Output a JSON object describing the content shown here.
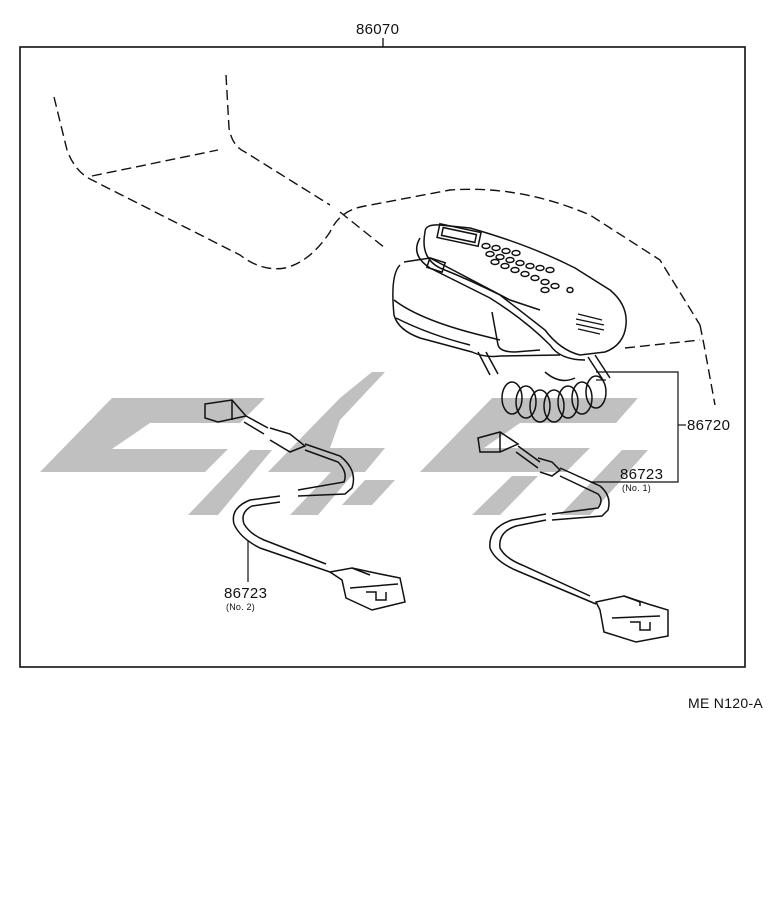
{
  "diagram": {
    "assembly_number": "86070",
    "parts": [
      {
        "number": "86720",
        "note": ""
      },
      {
        "number": "86723",
        "note": "(No. 1)"
      },
      {
        "number": "86723",
        "note": "(No. 2)"
      }
    ],
    "figure_code": "ME N120-A"
  },
  "watermark": {
    "color": "#bdbdbd"
  }
}
